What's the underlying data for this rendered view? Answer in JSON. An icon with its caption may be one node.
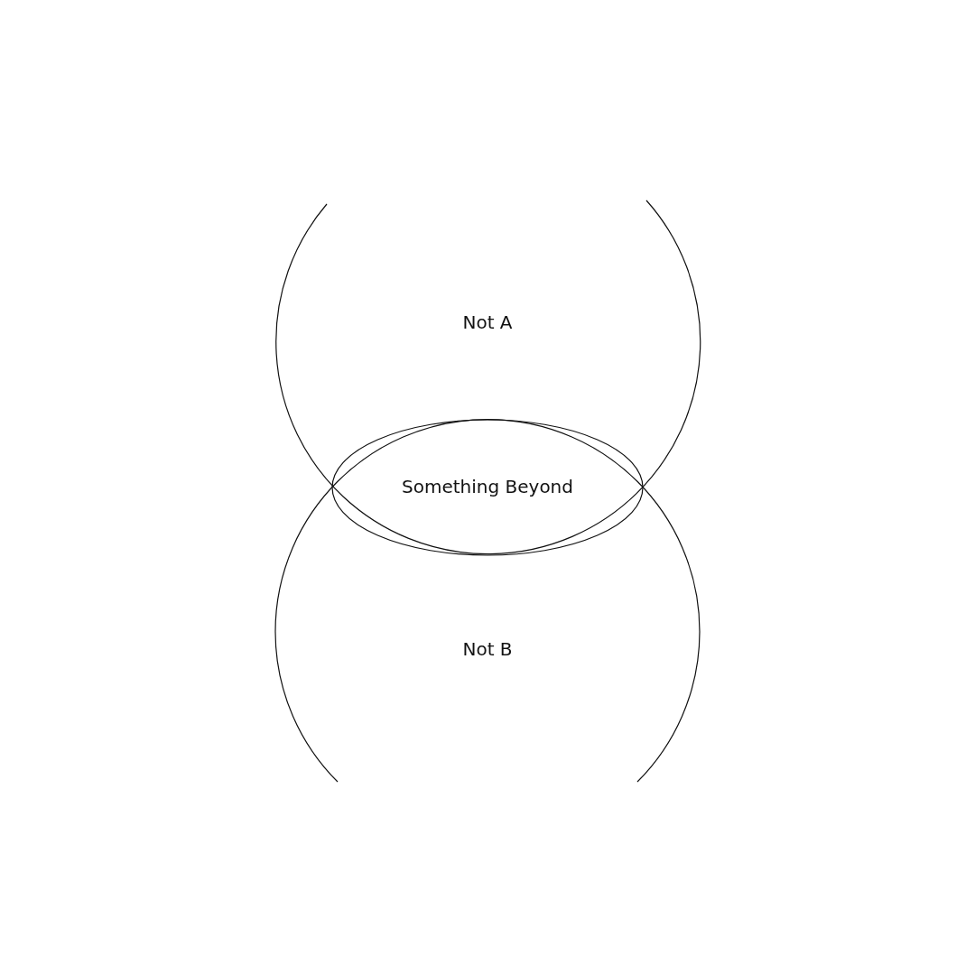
{
  "diagram": {
    "nodes": [
      {
        "text": [
          "Not A"
        ]
      },
      {
        "text": [
          "Something Beyond"
        ]
      },
      {
        "text": [
          "Not B"
        ]
      }
    ]
  }
}
